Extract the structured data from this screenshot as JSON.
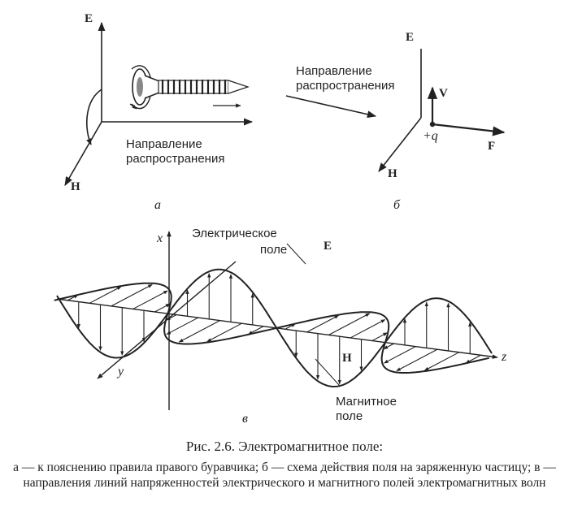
{
  "panel_a": {
    "axis_e": "E",
    "axis_h": "H",
    "propagation_line1": "Направление",
    "propagation_line2": "распространения",
    "letter": "а"
  },
  "panel_b": {
    "axis_e": "E",
    "axis_h": "H",
    "axis_v": "V",
    "axis_f": "F",
    "charge": "+q",
    "propagation_line1": "Направление",
    "propagation_line2": "распространения",
    "letter": "б"
  },
  "panel_c": {
    "axis_x": "x",
    "axis_y": "y",
    "axis_z": "z",
    "e_label": "E",
    "h_label": "H",
    "electric_line1": "Электрическое",
    "electric_line2": "поле",
    "magnetic_line1": "Магнитное",
    "magnetic_line2": "поле",
    "letter": "в"
  },
  "caption": {
    "title": "Рис. 2.6. Электромагнитное поле:",
    "body": "а — к пояснению правила правого буравчика; б — схема действия поля на заряженную частицу; в — направления линий напряженностей электрического и магнитного полей электромагнитных волн"
  }
}
